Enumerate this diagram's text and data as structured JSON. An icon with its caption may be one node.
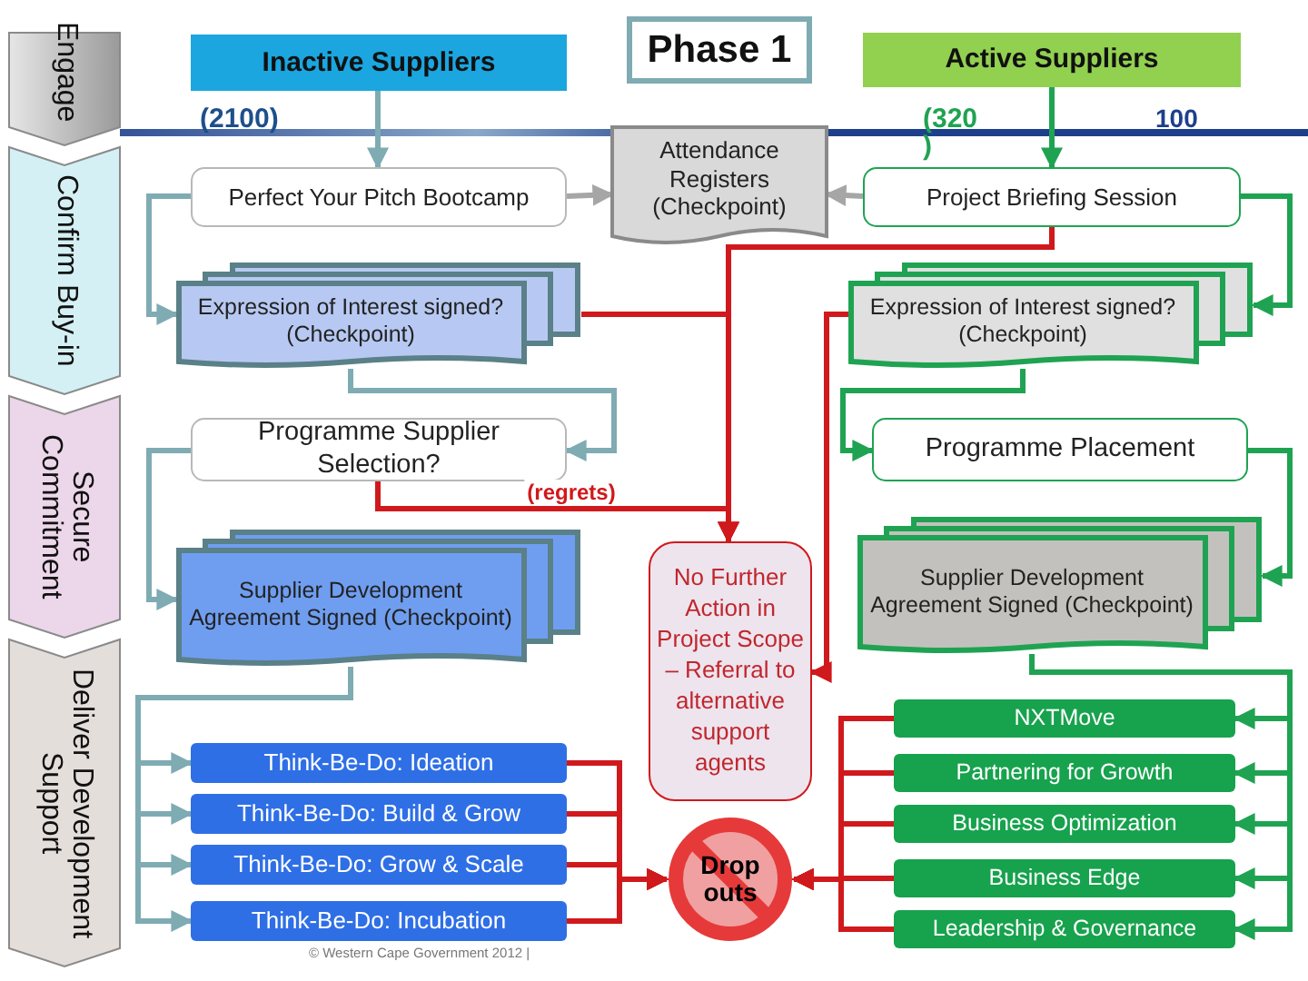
{
  "diagram": {
    "nodes": [
      {
        "text": [
          "Engage"
        ]
      },
      {
        "text": [
          "Confirm Buy-in"
        ]
      },
      {
        "text": [
          "Secure Commitment"
        ]
      },
      {
        "text": [
          "Deliver Development Support"
        ]
      },
      {
        "text": [
          "Inactive Suppliers"
        ]
      },
      {
        "text": [
          "Phase 1"
        ]
      },
      {
        "text": [
          "Active Suppliers"
        ]
      },
      {
        "text": [
          "Perfect Your Pitch Bootcamp"
        ]
      },
      {
        "text": [
          "Attendance Registers (Checkpoint)"
        ]
      },
      {
        "text": [
          "Project Briefing Session"
        ]
      },
      {
        "text": [
          "Expression of Interest signed? (Checkpoint)"
        ]
      },
      {
        "text": [
          "Expression of Interest signed? (Checkpoint)"
        ]
      },
      {
        "text": [
          "Programme Supplier Selection?"
        ]
      },
      {
        "text": [
          "Programme Placement"
        ]
      },
      {
        "text": [
          "Supplier Development Agreement Signed (Checkpoint)"
        ]
      },
      {
        "text": [
          "No Further Action in Project Scope – Referral to alternative support agents"
        ]
      },
      {
        "text": [
          "Supplier Development Agreement Signed (Checkpoint)"
        ]
      },
      {
        "text": [
          "Think-Be-Do:  Ideation"
        ]
      },
      {
        "text": [
          "Think-Be-Do:  Build & Grow"
        ]
      },
      {
        "text": [
          "Think-Be-Do:  Grow & Scale"
        ]
      },
      {
        "text": [
          "Think-Be-Do:  Incubation"
        ]
      },
      {
        "text": [
          "Drop outs"
        ]
      },
      {
        "text": [
          "NXTMove"
        ]
      },
      {
        "text": [
          "Partnering for Growth"
        ]
      },
      {
        "text": [
          "Business Optimization"
        ]
      },
      {
        "text": [
          "Business Edge"
        ]
      },
      {
        "text": [
          "Leadership & Governance"
        ]
      }
    ],
    "edges": [
      {
        "from": 4,
        "to": 7,
        "arrow": "to",
        "color": "#7fabb3"
      },
      {
        "from": 6,
        "to": 9,
        "arrow": "to",
        "color": "#1fa352"
      },
      {
        "from": 7,
        "to": 8,
        "arrow": "to",
        "color": "#a6a6a6"
      },
      {
        "from": 9,
        "to": 8,
        "arrow": "to",
        "color": "#a6a6a6"
      },
      {
        "from": 7,
        "to": 10,
        "arrow": "to",
        "color": "#7fabb3"
      },
      {
        "from": 10,
        "to": 12,
        "arrow": "to",
        "color": "#7fabb3"
      },
      {
        "from": 9,
        "to": 11,
        "arrow": "to",
        "color": "#1fa352"
      },
      {
        "from": 11,
        "to": 13,
        "arrow": "to",
        "color": "#1fa352"
      },
      {
        "from": 13,
        "to": 16,
        "arrow": "to",
        "color": "#1fa352"
      },
      {
        "from": 16,
        "to": 22,
        "arrow": "to",
        "color": "#1fa352"
      },
      {
        "from": 16,
        "to": 23,
        "arrow": "to",
        "color": "#1fa352"
      },
      {
        "from": 16,
        "to": 24,
        "arrow": "to",
        "color": "#1fa352"
      },
      {
        "from": 16,
        "to": 25,
        "arrow": "to",
        "color": "#1fa352"
      },
      {
        "from": 16,
        "to": 26,
        "arrow": "to",
        "color": "#1fa352"
      },
      {
        "from": 12,
        "to": 14,
        "arrow": "to",
        "color": "#7fabb3"
      },
      {
        "from": 14,
        "to": 17,
        "arrow": "to",
        "color": "#7fabb3"
      },
      {
        "from": 14,
        "to": 18,
        "arrow": "to",
        "color": "#7fabb3"
      },
      {
        "from": 14,
        "to": 19,
        "arrow": "to",
        "color": "#7fabb3"
      },
      {
        "from": 14,
        "to": 20,
        "arrow": "to",
        "color": "#7fabb3"
      },
      {
        "from": 9,
        "to": 15,
        "arrow": "to"
      },
      {
        "from": 10,
        "to": 15,
        "arrow": "to"
      },
      {
        "from": 12,
        "to": 15,
        "arrow": "to",
        "label": "(regrets)"
      },
      {
        "from": 11,
        "to": 15,
        "arrow": "to"
      },
      {
        "from": 17,
        "to": 21,
        "arrow": "to"
      },
      {
        "from": 18,
        "to": 21,
        "arrow": "to"
      },
      {
        "from": 19,
        "to": 21,
        "arrow": "to"
      },
      {
        "from": 20,
        "to": 21,
        "arrow": "to"
      },
      {
        "from": 22,
        "to": 21,
        "arrow": "to"
      },
      {
        "from": 23,
        "to": 21,
        "arrow": "to"
      },
      {
        "from": 24,
        "to": 21,
        "arrow": "to"
      },
      {
        "from": 25,
        "to": 21,
        "arrow": "to"
      },
      {
        "from": 26,
        "to": 21,
        "arrow": "to"
      }
    ],
    "labels": [
      "(2100)",
      "(320 )",
      "100",
      "© Western Cape Government 2012 |"
    ]
  }
}
